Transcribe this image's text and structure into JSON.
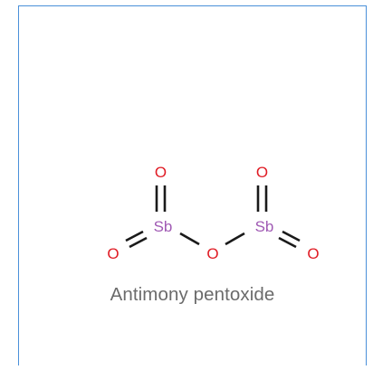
{
  "molecule": {
    "caption": "Antimony pentoxide",
    "atom_labels": {
      "sb_left": "Sb",
      "sb_right": "Sb",
      "o_top_left": "O",
      "o_top_right": "O",
      "o_left": "O",
      "o_bridge": "O",
      "o_right": "O"
    },
    "colors": {
      "oxygen": "#e01b24",
      "antimony": "#a05ab4",
      "bond": "#1a1a1a",
      "frame_border": "#4a90d9",
      "caption": "#6b6b6b"
    }
  }
}
